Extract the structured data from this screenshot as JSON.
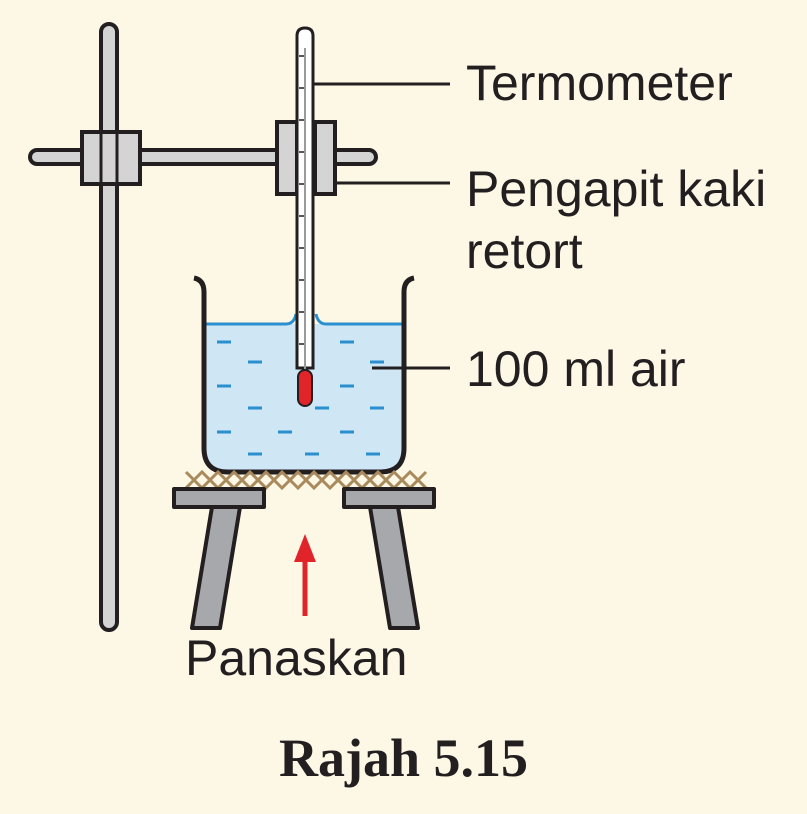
{
  "labels": {
    "thermometer": "Termometer",
    "clamp_line1": "Pengapit kaki",
    "clamp_line2": "retort",
    "water": "100 ml air",
    "heat": "Panaskan"
  },
  "caption": "Rajah 5.15",
  "colors": {
    "background": "#fdf7e6",
    "stand": "#d4d4d4",
    "outline": "#231f20",
    "water": "#cfe6f4",
    "water_dash": "#2a8fce",
    "mercury": "#e0242a",
    "gauze": "#a88a5c",
    "heat_arrow": "#e0242a",
    "tripod": "#a6a8ab"
  }
}
